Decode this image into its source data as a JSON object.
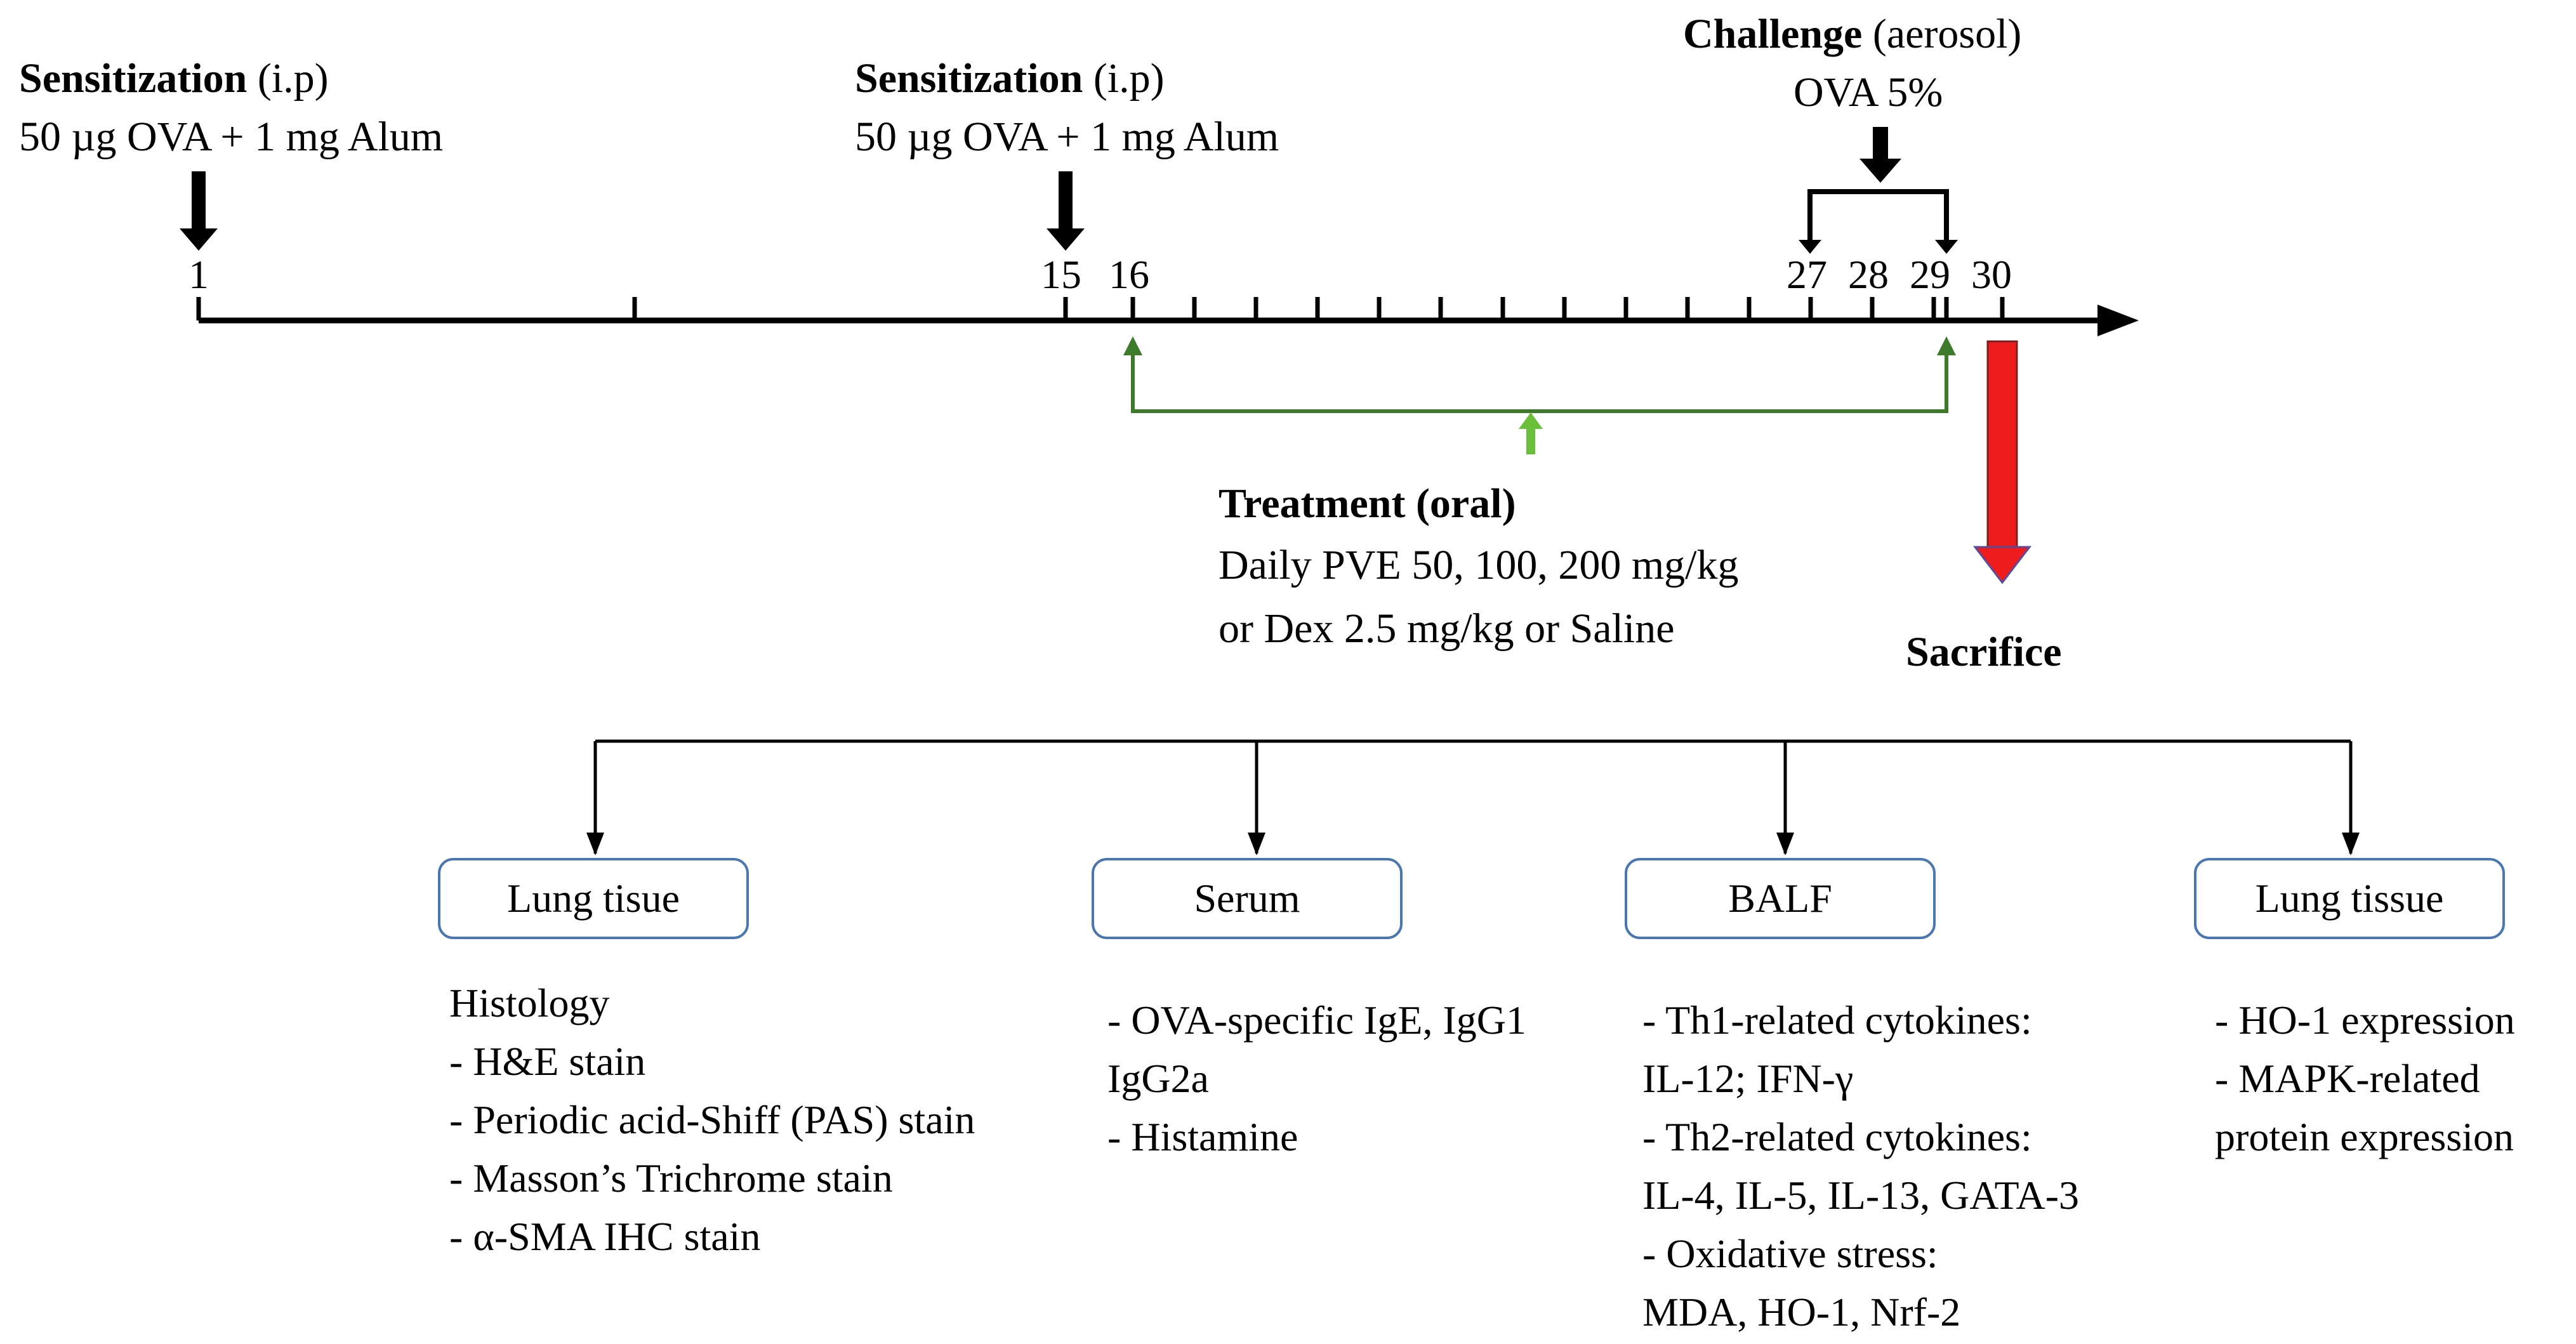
{
  "sensitization_1": {
    "title": "Sensitization",
    "route": "(i.p)",
    "dose": "50 µg OVA + 1 mg Alum"
  },
  "sensitization_2": {
    "title": "Sensitization",
    "route": "(i.p)",
    "dose": "50 µg OVA + 1 mg Alum"
  },
  "challenge": {
    "title": "Challenge",
    "route": "(aerosol)",
    "dose": "OVA 5%"
  },
  "timeline": {
    "days": {
      "d1": "1",
      "d15": "15",
      "d16": "16",
      "d27": "27",
      "d28": "28",
      "d29": "29",
      "d30": "30"
    }
  },
  "treatment": {
    "title": "Treatment (oral)",
    "line1": "Daily PVE 50, 100, 200 mg/kg",
    "line2": "or Dex 2.5 mg/kg or Saline"
  },
  "sacrifice": {
    "label": "Sacrifice"
  },
  "colors": {
    "treatment_bracket": "#3d7a2a",
    "treatment_arrow": "#6abf3a",
    "sacrifice_arrow": "#ee1c1c",
    "box_border": "#4a77b0"
  },
  "analyses": [
    {
      "box": "Lung tisue",
      "lines": [
        "Histology",
        "- H&E stain",
        "- Periodic acid-Shiff (PAS) stain",
        "- Masson’s Trichrome stain",
        "- α-SMA IHC stain"
      ]
    },
    {
      "box": "Serum",
      "lines": [
        "- OVA-specific IgE, IgG1",
        "IgG2a",
        "- Histamine"
      ]
    },
    {
      "box": "BALF",
      "lines": [
        "- Th1-related cytokines:",
        "IL-12;  IFN-γ",
        "- Th2-related cytokines:",
        "IL-4, IL-5, IL-13, GATA-3",
        "- Oxidative stress:",
        "MDA, HO-1, Nrf-2"
      ]
    },
    {
      "box": "Lung tissue",
      "lines": [
        "- HO-1 expression",
        "- MAPK-related",
        "protein expression"
      ]
    }
  ]
}
